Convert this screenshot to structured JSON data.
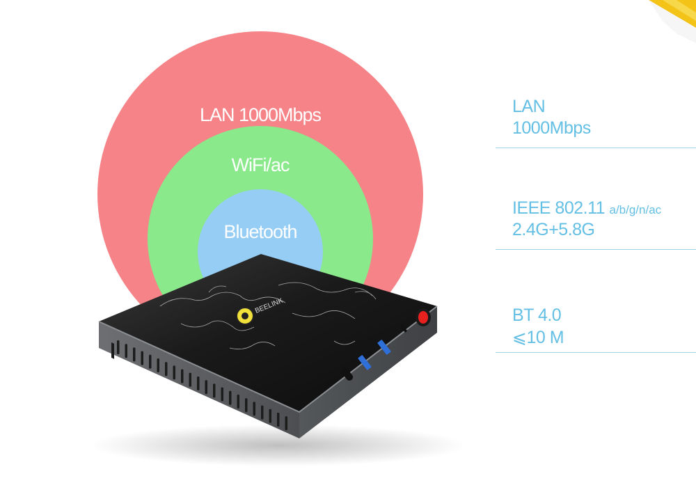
{
  "colors": {
    "lan_ring": "#f58387",
    "wifi_ring": "#89e98b",
    "bt_ring": "#96cdf4",
    "spec_text": "#63bfe4",
    "divider": "#9fd3ea"
  },
  "rings": {
    "lan_label": "LAN 1000Mbps",
    "wifi_label": "WiFi/ac",
    "bt_label": "Bluetooth"
  },
  "device": {
    "brand": "BEELINK"
  },
  "specs": {
    "lan": {
      "line1": "LAN",
      "line2": "1000Mbps"
    },
    "wifi": {
      "line1_main": "IEEE 802.11 ",
      "line1_small": "a/b/g/n/ac",
      "line2": "2.4G+5.8G"
    },
    "bt": {
      "line1": "BT 4.0",
      "line2": "⩽10 M"
    }
  }
}
